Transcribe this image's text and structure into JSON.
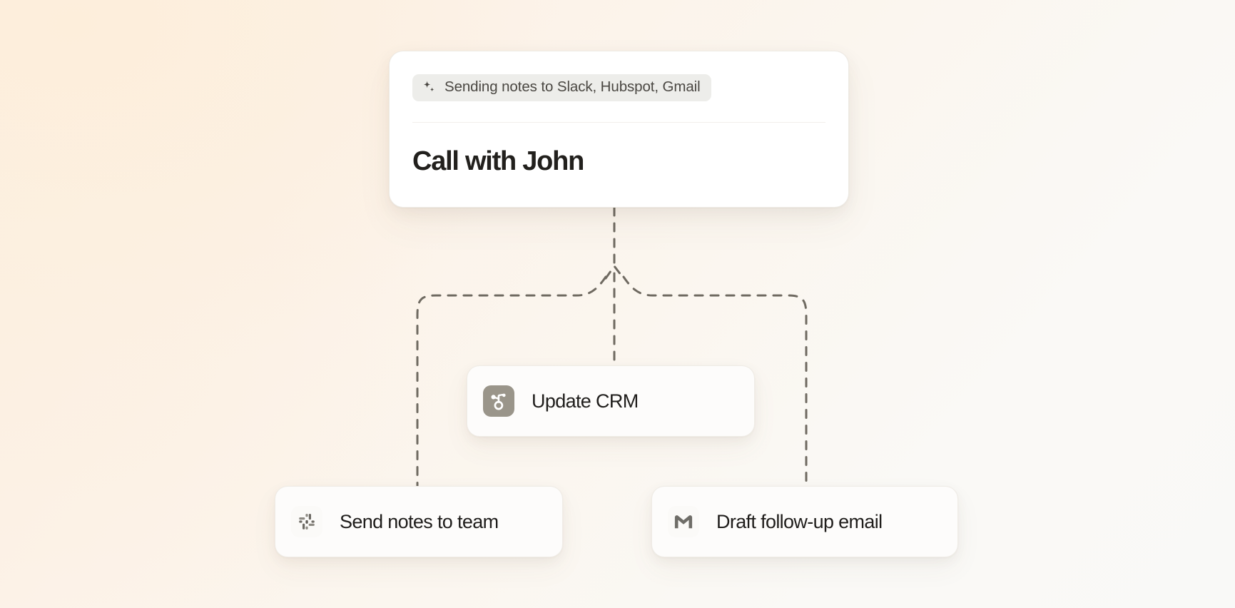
{
  "background": {
    "gradient_from": "#fdf1e2",
    "gradient_to": "#f9f9f7"
  },
  "meeting_card": {
    "status_badge": {
      "icon": "sparkle-icon",
      "text": "Sending notes to Slack, Hubspot, Gmail",
      "background_color": "#ededea",
      "text_color": "#4a4742"
    },
    "title": "Call with John",
    "title_color": "#22201d",
    "background_color": "#ffffff"
  },
  "nodes": [
    {
      "id": "update-crm",
      "label": "Update CRM",
      "icon": "hubspot-icon",
      "icon_background": "#9a958a",
      "icon_foreground": "#ffffff"
    },
    {
      "id": "send-notes-to-team",
      "label": "Send notes to team",
      "icon": "slack-icon",
      "icon_background": "#fbfaf8",
      "icon_foreground": "#7d7a73"
    },
    {
      "id": "draft-follow-up-email",
      "label": "Draft follow-up email",
      "icon": "gmail-icon",
      "icon_background": "#fbfaf8",
      "icon_foreground": "#6f6d68"
    }
  ],
  "connectors": {
    "style": "dashed",
    "color": "#6f6a61",
    "dash_pattern": "11 11",
    "stroke_width": 3,
    "arrow_at": "branch-junction"
  }
}
